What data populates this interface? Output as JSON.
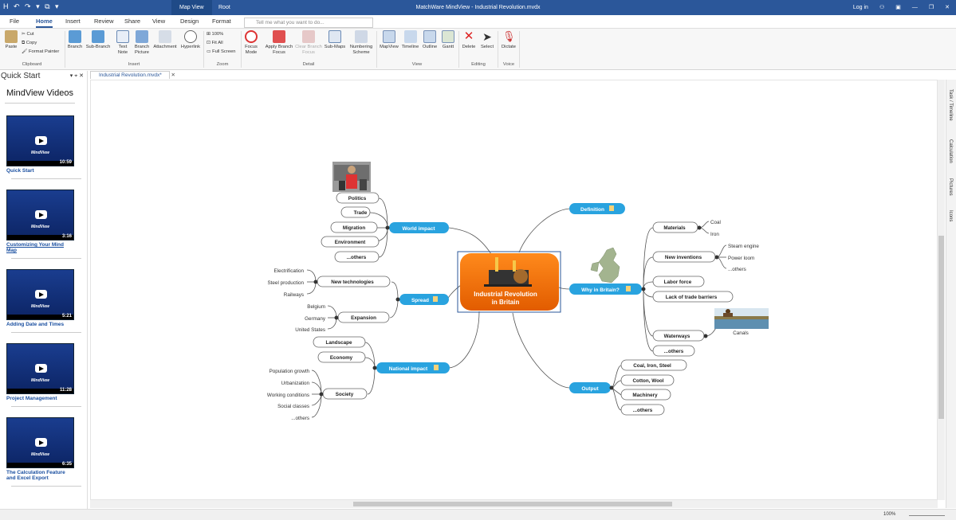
{
  "titlebar": {
    "quick_access": "H ↶ ↷ ▾ ⧉ ▾",
    "context_tab_1": "Map View",
    "context_tab_2": "Root",
    "title": "MatchWare MindView - Industrial Revolution.mvdx",
    "login": "Log in"
  },
  "tabs": [
    "File",
    "Home",
    "Insert",
    "Review",
    "Share",
    "View",
    "Design",
    "Format"
  ],
  "tell_me": "Tell me what you want to do...",
  "ribbon": {
    "paste": "Paste",
    "cut": "Cut",
    "copy": "Copy",
    "format_painter": "Format Painter",
    "clipboard": "Clipboard",
    "branch": "Branch",
    "sub_branch": "Sub-Branch",
    "text_note": "Text Note",
    "branch_picture": "Branch Picture",
    "attachment": "Attachment",
    "hyperlink": "Hyperlink",
    "insert": "Insert",
    "zoom_100": "100%",
    "fit_all": "Fit All",
    "full_screen": "Full Screen",
    "zoom": "Zoom",
    "focus_mode": "Focus Mode",
    "apply_branch_focus": "Apply Branch Focus",
    "clear_branch_focus": "Clear Branch Focus",
    "sub_maps": "Sub-Maps",
    "numbering_scheme": "Numbering Scheme",
    "detail": "Detail",
    "mapview": "MapView",
    "timeline": "Timeline",
    "outline": "Outline",
    "gantt": "Gantt",
    "view": "View",
    "delete": "Delete",
    "select": "Select",
    "editing": "Editing",
    "dictate": "Dictate",
    "voice": "Voice"
  },
  "quick_start": {
    "title": "Quick Start",
    "heading": "MindView Videos",
    "videos": [
      {
        "caption": "Quick Start",
        "duration": "10:59",
        "brand": "MindView"
      },
      {
        "caption": "Customizing Your Mind Map",
        "duration": "3:16",
        "brand": "MindView"
      },
      {
        "caption": "Adding Date and Times",
        "duration": "5:21",
        "brand": "MindView"
      },
      {
        "caption": "Project Management",
        "duration": "11:28",
        "brand": "MindView"
      },
      {
        "caption": "The Calculation Feature and Excel Export",
        "duration": "6:35",
        "brand": "MindView"
      }
    ]
  },
  "document_tab": "Industrial Revolution.mvdx*",
  "right_panel": [
    "Task / Timeline",
    "Calculation",
    "Pictures",
    "Icons"
  ],
  "status": {
    "zoom": "100%"
  },
  "mindmap": {
    "root": "Industrial Revolution in Britain",
    "world_impact": {
      "label": "World impact",
      "children": [
        "Politics",
        "Trade",
        "Migration",
        "Environment",
        "...others"
      ]
    },
    "spread": {
      "label": "Spread",
      "new_technologies": {
        "label": "New technologies",
        "children": [
          "Electrification",
          "Steel production",
          "Railways"
        ]
      },
      "expansion": {
        "label": "Expansion",
        "children": [
          "Belgium",
          "Germany",
          "United States"
        ]
      }
    },
    "national_impact": {
      "label": "National impact",
      "children": [
        "Landscape",
        "Economy"
      ],
      "society": {
        "label": "Society",
        "children": [
          "Population growth",
          "Urbanization",
          "Working conditions",
          "Social classes",
          "...others"
        ]
      }
    },
    "definition": {
      "label": "Definition"
    },
    "why_in_britain": {
      "label": "Why in Britain?",
      "materials": {
        "label": "Materials",
        "children": [
          "Coal",
          "Iron"
        ]
      },
      "new_inventions": {
        "label": "New inventions",
        "children": [
          "Steam engine",
          "Power loom",
          "...others"
        ]
      },
      "others": [
        "Labor force",
        "Lack of trade barriers",
        "Waterways",
        "...others"
      ],
      "canals": "Canals"
    },
    "output": {
      "label": "Output",
      "children": [
        "Coal, Iron, Steel",
        "Cotton, Wool",
        "Machinery",
        "...others"
      ]
    }
  }
}
